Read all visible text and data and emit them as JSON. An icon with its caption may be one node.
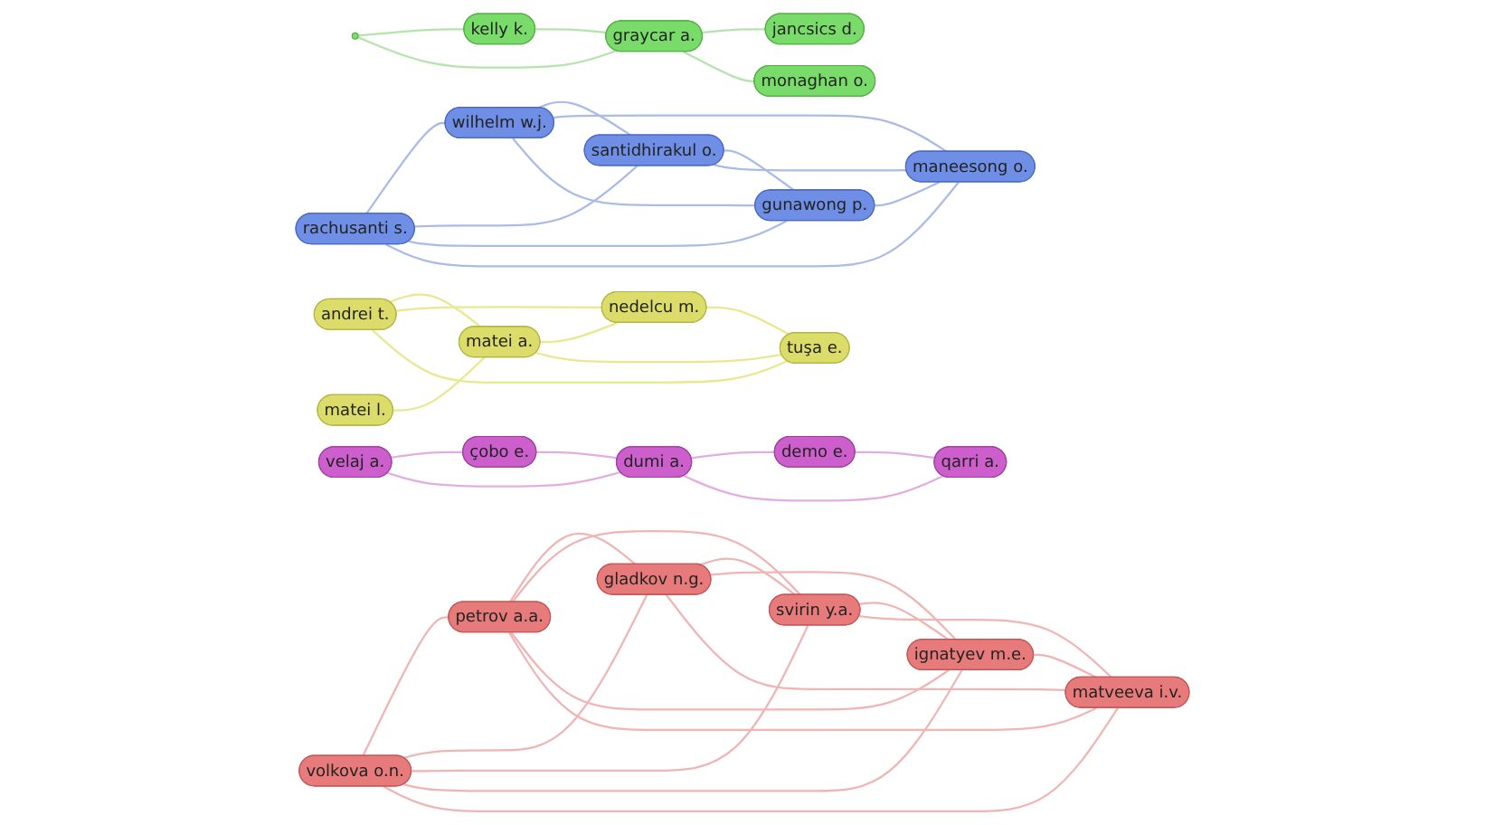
{
  "diagram": {
    "nodes": [
      {
        "text": [
          "rachusanti s."
        ]
      },
      {
        "text": [
          "velaj a."
        ]
      },
      {
        "text": [
          "çobo e."
        ]
      },
      {
        "text": [
          "wilhelm w.j."
        ]
      },
      {
        "text": [],
        "shape": "circle"
      },
      {
        "text": [
          "kelly k."
        ]
      },
      {
        "text": [
          "santidhirakul o."
        ]
      },
      {
        "text": [
          "dumi a."
        ]
      },
      {
        "text": [
          "graycar a."
        ]
      },
      {
        "text": [
          "maneesong o."
        ]
      },
      {
        "text": [
          "jancsics d."
        ]
      },
      {
        "text": [
          "gunawong p."
        ]
      },
      {
        "text": [
          "monaghan o."
        ]
      },
      {
        "text": [
          "volkova o.n."
        ]
      },
      {
        "text": [
          "petrov a.a."
        ]
      },
      {
        "text": [
          "demo e."
        ]
      },
      {
        "text": [
          "qarri a."
        ]
      },
      {
        "text": [
          "andrei t."
        ]
      },
      {
        "text": [
          "svirin y.a."
        ]
      },
      {
        "text": [
          "gladkov n.g."
        ]
      },
      {
        "text": [
          "nedelcu m."
        ]
      },
      {
        "text": [
          "matei a."
        ]
      },
      {
        "text": [
          "matei l."
        ]
      },
      {
        "text": [
          "ignatyev m.e."
        ]
      },
      {
        "text": [
          "matveeva i.v."
        ]
      },
      {
        "text": [
          "tuşa e."
        ]
      }
    ],
    "edges": [
      {
        "from": 0,
        "to": 3,
        "arrow": "none",
        "color": "#aabbe6"
      },
      {
        "from": 0,
        "to": 6,
        "arrow": "none",
        "color": "#aabbe6"
      },
      {
        "from": 0,
        "to": 11,
        "arrow": "none",
        "color": "#aabbe6"
      },
      {
        "from": 0,
        "to": 9,
        "arrow": "none",
        "color": "#aabbe6"
      },
      {
        "from": 3,
        "to": 6,
        "arrow": "none",
        "color": "#aabbe6"
      },
      {
        "from": 3,
        "to": 9,
        "arrow": "none",
        "color": "#aabbe6"
      },
      {
        "from": 3,
        "to": 11,
        "arrow": "none",
        "color": "#aabbe6"
      },
      {
        "from": 6,
        "to": 11,
        "arrow": "none",
        "color": "#aabbe6"
      },
      {
        "from": 6,
        "to": 9,
        "arrow": "none",
        "color": "#aabbe6"
      },
      {
        "from": 11,
        "to": 9,
        "arrow": "none",
        "color": "#aabbe6"
      },
      {
        "from": 1,
        "to": 2,
        "arrow": "none",
        "color": "#e2aee2"
      },
      {
        "from": 1,
        "to": 7,
        "arrow": "none",
        "color": "#e2aee2"
      },
      {
        "from": 2,
        "to": 7,
        "arrow": "none",
        "color": "#e2aee2"
      },
      {
        "from": 7,
        "to": 15,
        "arrow": "none",
        "color": "#e2aee2"
      },
      {
        "from": 7,
        "to": 16,
        "arrow": "none",
        "color": "#e2aee2"
      },
      {
        "from": 15,
        "to": 16,
        "arrow": "none",
        "color": "#e2aee2"
      },
      {
        "from": 4,
        "to": 5,
        "arrow": "none",
        "color": "#b5e3ad"
      },
      {
        "from": 4,
        "to": 8,
        "arrow": "none",
        "color": "#b5e3ad"
      },
      {
        "from": 5,
        "to": 8,
        "arrow": "none",
        "color": "#b5e3ad"
      },
      {
        "from": 8,
        "to": 10,
        "arrow": "none",
        "color": "#b5e3ad"
      },
      {
        "from": 8,
        "to": 12,
        "arrow": "none",
        "color": "#b5e3ad"
      },
      {
        "from": 13,
        "to": 14,
        "arrow": "none",
        "color": "#efb4b4"
      },
      {
        "from": 13,
        "to": 19,
        "arrow": "none",
        "color": "#efb4b4"
      },
      {
        "from": 13,
        "to": 18,
        "arrow": "none",
        "color": "#efb4b4"
      },
      {
        "from": 13,
        "to": 23,
        "arrow": "none",
        "color": "#efb4b4"
      },
      {
        "from": 13,
        "to": 24,
        "arrow": "none",
        "color": "#efb4b4"
      },
      {
        "from": 14,
        "to": 19,
        "arrow": "none",
        "color": "#efb4b4"
      },
      {
        "from": 14,
        "to": 18,
        "arrow": "none",
        "color": "#efb4b4"
      },
      {
        "from": 14,
        "to": 23,
        "arrow": "none",
        "color": "#efb4b4"
      },
      {
        "from": 14,
        "to": 24,
        "arrow": "none",
        "color": "#efb4b4"
      },
      {
        "from": 19,
        "to": 18,
        "arrow": "none",
        "color": "#efb4b4"
      },
      {
        "from": 19,
        "to": 23,
        "arrow": "none",
        "color": "#efb4b4"
      },
      {
        "from": 19,
        "to": 24,
        "arrow": "none",
        "color": "#efb4b4"
      },
      {
        "from": 18,
        "to": 23,
        "arrow": "none",
        "color": "#efb4b4"
      },
      {
        "from": 18,
        "to": 24,
        "arrow": "none",
        "color": "#efb4b4"
      },
      {
        "from": 23,
        "to": 24,
        "arrow": "none",
        "color": "#efb4b4"
      },
      {
        "from": 17,
        "to": 21,
        "arrow": "none",
        "color": "#e8e88e"
      },
      {
        "from": 17,
        "to": 20,
        "arrow": "none",
        "color": "#e8e88e"
      },
      {
        "from": 17,
        "to": 25,
        "arrow": "none",
        "color": "#e8e88e"
      },
      {
        "from": 21,
        "to": 20,
        "arrow": "none",
        "color": "#e8e88e"
      },
      {
        "from": 21,
        "to": 25,
        "arrow": "none",
        "color": "#e8e88e"
      },
      {
        "from": 22,
        "to": 21,
        "arrow": "none",
        "color": "#e8e88e"
      },
      {
        "from": 20,
        "to": 25,
        "arrow": "none",
        "color": "#e8e88e"
      }
    ]
  }
}
